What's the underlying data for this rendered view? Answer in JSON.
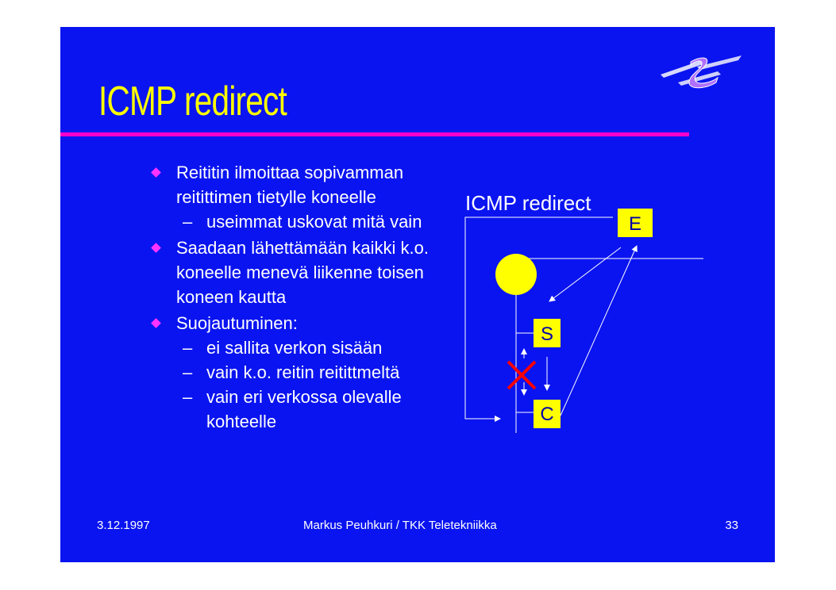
{
  "slide": {
    "title": "ICMP redirect",
    "bullets": [
      {
        "level": 1,
        "text": "Reititin ilmoittaa sopivamman reitittimen tietylle koneelle"
      },
      {
        "level": 2,
        "dash": "–",
        "text": "useimmat uskovat mitä vain"
      },
      {
        "level": 1,
        "text": "Saadaan lähettämään kaikki k.o. koneelle menevä liikenne toisen koneen kautta"
      },
      {
        "level": 1,
        "text": "Suojautuminen:"
      },
      {
        "level": 2,
        "dash": "–",
        "text": "ei sallita verkon sisään"
      },
      {
        "level": 2,
        "dash": "–",
        "text": "vain k.o. reitin reitittmeltä"
      },
      {
        "level": 2,
        "dash": "–",
        "text": "vain eri verkossa olevalle kohteelle"
      }
    ]
  },
  "diagram": {
    "caption": "ICMP redirect",
    "nodes": {
      "e": "E",
      "s": "S",
      "c": "C"
    },
    "blocked_mark": "X"
  },
  "footer": {
    "date": "3.12.1997",
    "author": "Markus Peuhkuri / TKK Teletekniikka",
    "page": "33"
  },
  "colors": {
    "background": "#0a14f0",
    "title": "#ffff00",
    "rule": "#ff00cc",
    "bullet": "#ff33ff",
    "node_fill": "#ffff00",
    "blocked": "#ff0000"
  }
}
